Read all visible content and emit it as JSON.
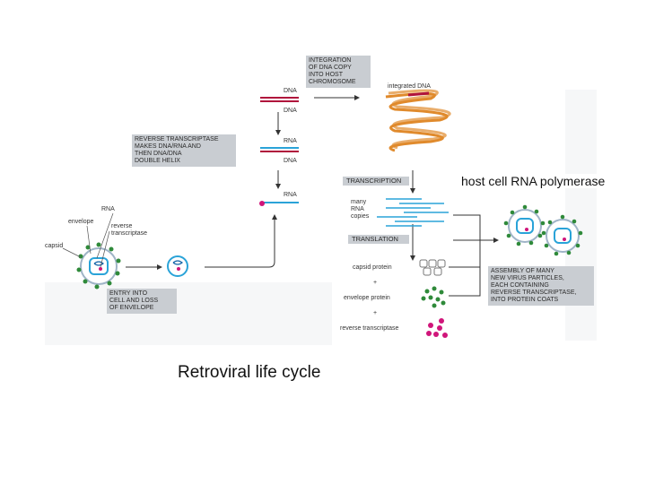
{
  "slide": {
    "caption": "Retroviral life cycle",
    "overlay_label": "host cell RNA polymerase"
  },
  "diagram": {
    "colors": {
      "dna_red": "#b0143c",
      "rna_blue": "#2aa3d8",
      "orange": "#e08a2c",
      "green": "#2f8a3a",
      "magenta": "#d0157a",
      "box_gray": "#c9cdd2",
      "arrow": "#333333"
    },
    "boxes": {
      "integration": "INTEGRATION\nOF DNA COPY\nINTO HOST\nCHROMOSOME",
      "reverse_transcriptase": "REVERSE TRANSCRIPTASE\nMAKES DNA/RNA AND\nTHEN DNA/DNA\nDOUBLE HELIX",
      "entry": "ENTRY INTO\nCELL AND LOSS\nOF ENVELOPE",
      "transcription": "TRANSCRIPTION",
      "translation": "TRANSLATION",
      "assembly": "ASSEMBLY OF MANY\nNEW VIRUS PARTICLES,\nEACH CONTAINING\nREVERSE TRANSCRIPTASE,\nINTO PROTEIN COATS"
    },
    "labels": {
      "dna_top": "DNA",
      "dna_bottom": "DNA",
      "rna_mid": "RNA",
      "dna_mid": "DNA",
      "rna_low": "RNA",
      "integrated_dna": "integrated DNA",
      "rna_copies": "many\nRNA\ncopies",
      "capsid_protein": "capsid protein",
      "plus_1": "+",
      "envelope_protein": "envelope protein",
      "plus_2": "+",
      "reverse_transcriptase_product": "reverse transcriptase",
      "virus_rna": "RNA",
      "virus_envelope": "envelope",
      "virus_reverse_transcriptase": "reverse\ntranscriptase",
      "virus_capsid": "capsid"
    }
  }
}
